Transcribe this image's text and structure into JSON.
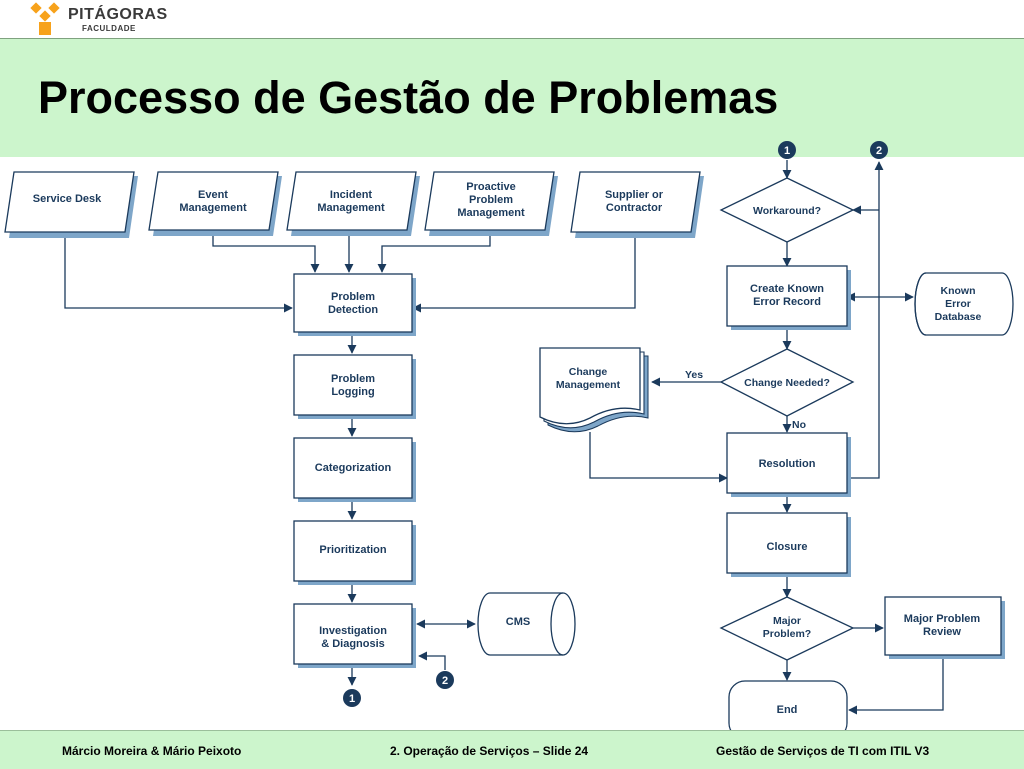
{
  "header": {
    "logo_name": "PITÁGORAS",
    "logo_sub": "FACULDADE",
    "title": "Processo de Gestão de Problemas"
  },
  "markers": {
    "one": "1",
    "two": "2"
  },
  "nodes": {
    "service_desk": [
      "Service Desk"
    ],
    "event_management": [
      "Event",
      "Management"
    ],
    "incident_management": [
      "Incident",
      "Management"
    ],
    "proactive_problem_management": [
      "Proactive",
      "Problem",
      "Management"
    ],
    "supplier_or_contractor": [
      "Supplier or",
      "Contractor"
    ],
    "problem_detection": [
      "Problem",
      "Detection"
    ],
    "problem_logging": [
      "Problem",
      "Logging"
    ],
    "categorization": [
      "Categorization"
    ],
    "prioritization": [
      "Prioritization"
    ],
    "investigation_diagnosis": [
      "Investigation",
      "& Diagnosis"
    ],
    "cms": [
      "CMS"
    ],
    "workaround": [
      "Workaround?"
    ],
    "create_known_error_record": [
      "Create Known",
      "Error Record"
    ],
    "known_error_database": [
      "Known",
      "Error",
      "Database"
    ],
    "change_needed": [
      "Change Needed?"
    ],
    "change_management": [
      "Change",
      "Management"
    ],
    "resolution": [
      "Resolution"
    ],
    "closure": [
      "Closure"
    ],
    "major_problem": [
      "Major",
      "Problem?"
    ],
    "major_problem_review": [
      "Major Problem",
      "Review"
    ],
    "end": [
      "End"
    ]
  },
  "edge_labels": {
    "yes": "Yes",
    "no": "No"
  },
  "colors": {
    "stroke": "#1b3a5c",
    "shadow": "#7ea6c9",
    "band": "#ccf5cc",
    "logo_orange": "#f7a21b"
  },
  "footer": {
    "left": "Márcio Moreira & Mário Peixoto",
    "center": "2. Operação de Serviços – Slide 24",
    "right": "Gestão de Serviços de TI com ITIL V3"
  }
}
